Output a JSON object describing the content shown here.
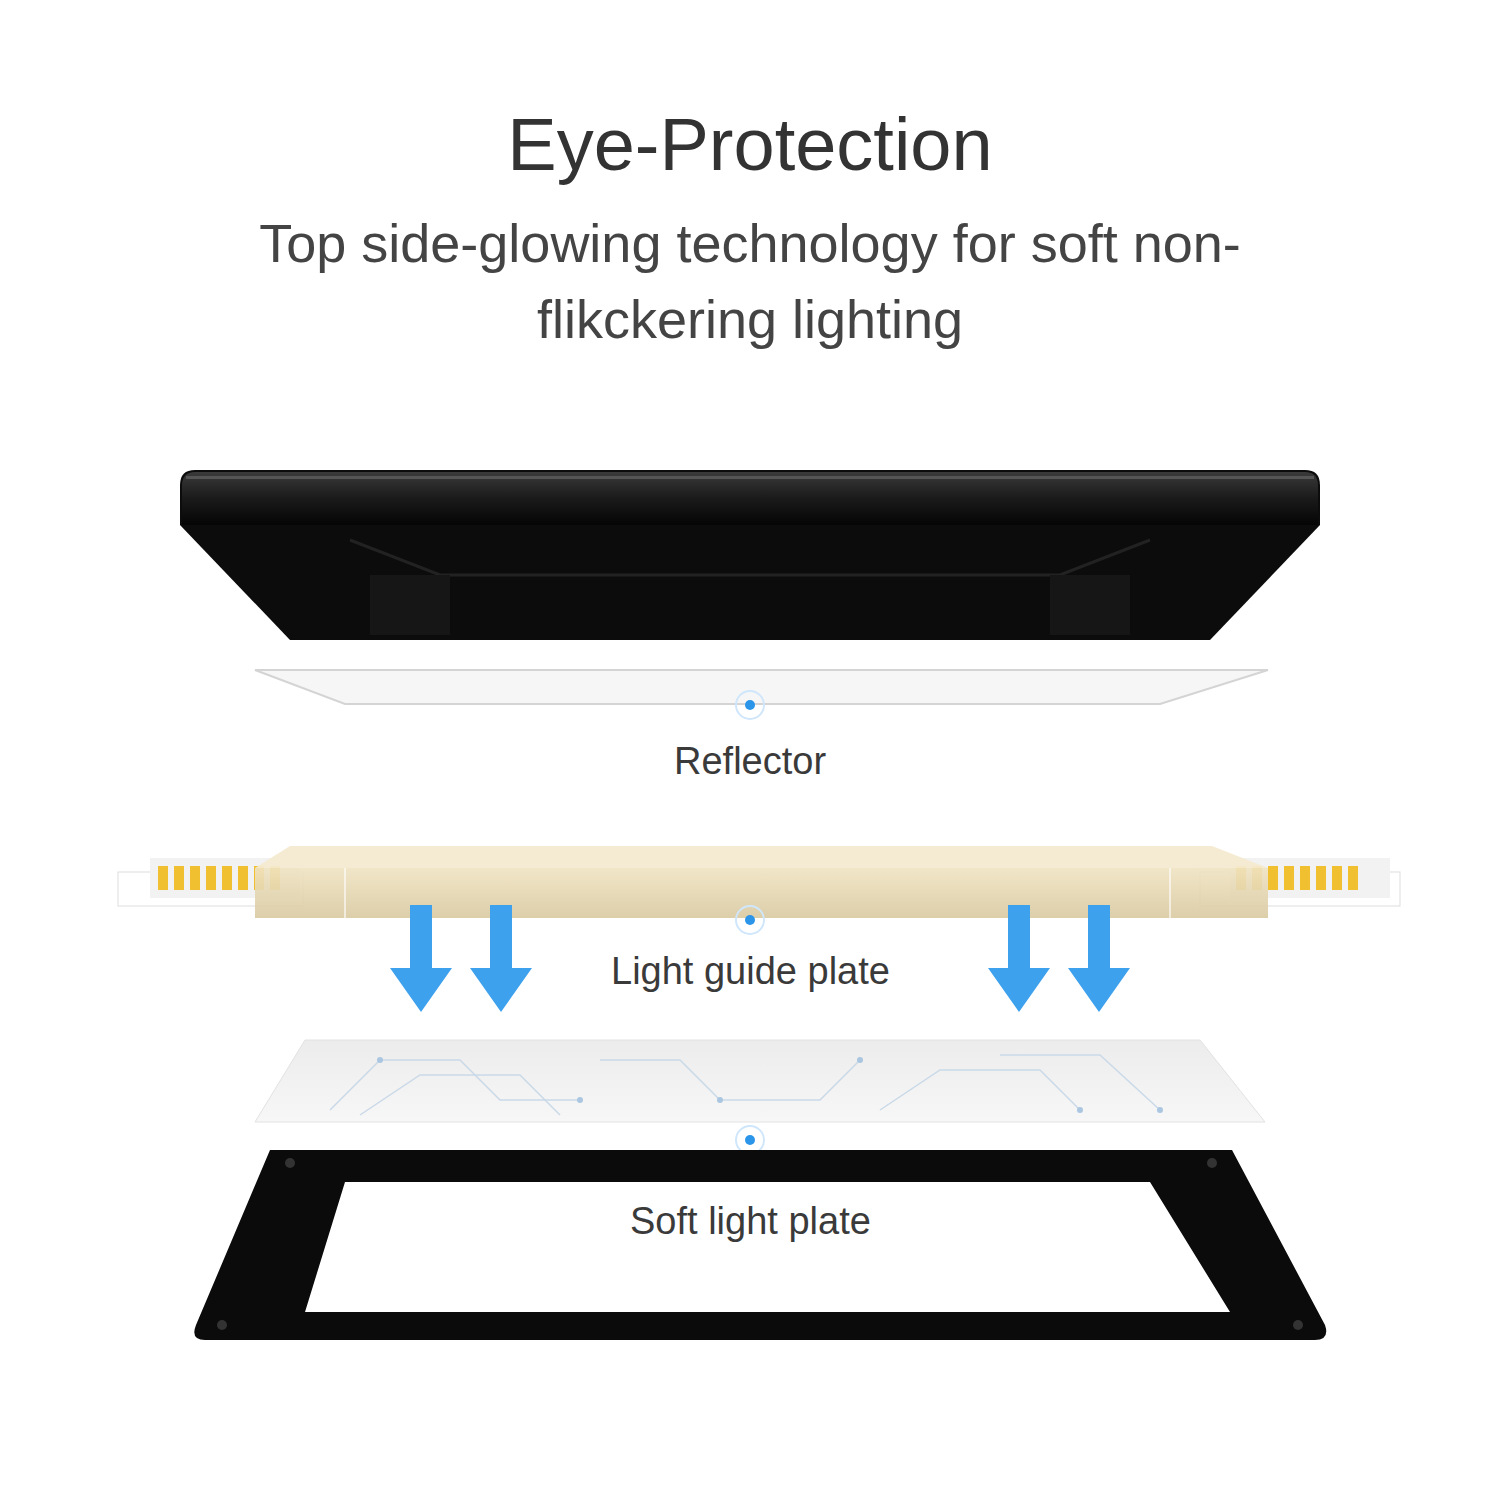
{
  "diagram": {
    "title": "Eye-Protection",
    "labels": [
      "Top side-glowing technology for soft non-flikckering lighting",
      "Reflector",
      "Light guide plate",
      "Soft light plate"
    ]
  }
}
